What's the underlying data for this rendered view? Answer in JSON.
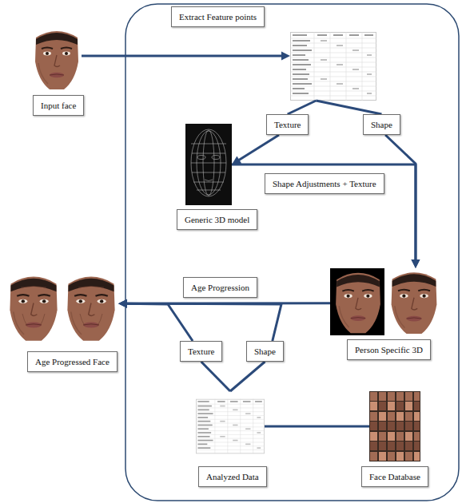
{
  "diagram": {
    "nodes": [
      {
        "text": [
          "Input face"
        ]
      },
      {
        "text": [
          "Extract Feature points"
        ]
      },
      {
        "text": [
          "Texture"
        ]
      },
      {
        "text": [
          "Shape"
        ]
      },
      {
        "text": [
          "Generic 3D model"
        ]
      },
      {
        "text": [
          "Person Specific 3D"
        ]
      },
      {
        "text": [
          "Age Progressed Face"
        ]
      },
      {
        "text": [
          "Texture"
        ]
      },
      {
        "text": [
          "Shape"
        ]
      },
      {
        "text": [
          "Analyzed Data"
        ]
      },
      {
        "text": [
          "Face Database"
        ]
      }
    ],
    "edges": [
      {
        "from": 0,
        "to": 1,
        "arrow": "to"
      },
      {
        "from": 1,
        "to": 2,
        "arrow": "none"
      },
      {
        "from": 1,
        "to": 3,
        "arrow": "none"
      },
      {
        "from": 2,
        "to": 4,
        "arrow": "to"
      },
      {
        "from": 3,
        "to": 5,
        "arrow": "to"
      },
      {
        "from": 4,
        "to": 5,
        "label": "Shape Adjustments + Texture",
        "arrow": "to"
      },
      {
        "from": 5,
        "to": 6,
        "label": "Age Progression",
        "arrow": "to"
      },
      {
        "from": 9,
        "to": 7,
        "arrow": "none"
      },
      {
        "from": 9,
        "to": 8,
        "arrow": "none"
      },
      {
        "from": 7,
        "to": 6,
        "arrow": "to"
      },
      {
        "from": 8,
        "to": 6,
        "arrow": "to"
      },
      {
        "from": 10,
        "to": 9,
        "arrow": "none"
      }
    ]
  }
}
